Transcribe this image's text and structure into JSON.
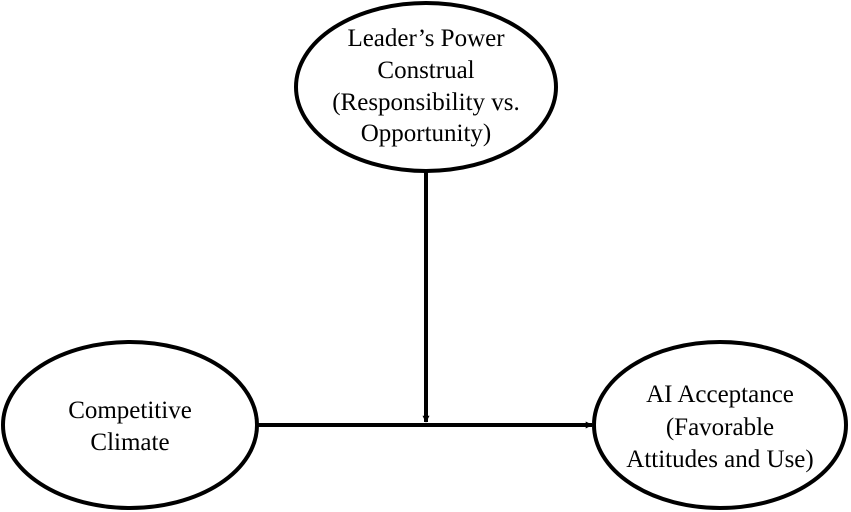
{
  "nodes": {
    "moderator": {
      "lines": [
        "Leader’s Power",
        "Construal",
        "(Responsibility vs.",
        "Opportunity)"
      ]
    },
    "predictor": {
      "lines": [
        "Competitive",
        "Climate"
      ]
    },
    "outcome": {
      "lines": [
        "AI Acceptance",
        "(Favorable",
        "Attitudes and Use)"
      ]
    }
  },
  "edges": [
    {
      "from": "predictor",
      "to": "outcome",
      "type": "direct-effect"
    },
    {
      "from": "moderator",
      "to": "predictor-outcome-path",
      "type": "moderation"
    }
  ],
  "colors": {
    "stroke": "#000000",
    "background": "#ffffff"
  }
}
